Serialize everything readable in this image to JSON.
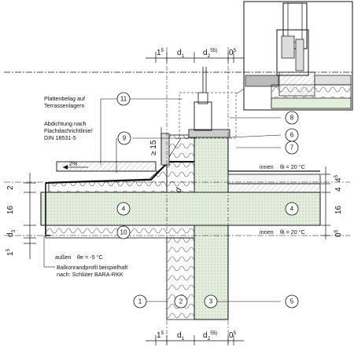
{
  "labels": {
    "plattenbelag_1": "Plattenbelag auf",
    "plattenbelag_2": "Terrassenlagern",
    "abdichtung_1": "Abdichtung nach",
    "abdichtung_2": "Flachdachrichtlinie/",
    "abdichtung_3": "DIN 18531-5",
    "gradient": "2%",
    "min_height": "≥ 15",
    "innen_top": "innen",
    "theta_top": "θi = 20 °C",
    "innen_bottom": "innen",
    "theta_bottom": "θi = 20 °C",
    "aussen": "außen",
    "theta_out": "θe = -5 °C",
    "profil_1": "Balkonrandprofil beispielhaft",
    "profil_2": "nach: Schlüter BARA-RKK"
  },
  "dims": {
    "top": {
      "a": "1",
      "a_sup": "5",
      "b": "d",
      "b_sub": "1",
      "c": "d",
      "c_sub": "2",
      "c_sup": "55)",
      "d": "0",
      "d_sup": "5"
    },
    "bottom": {
      "a": "1",
      "a_sup": "5",
      "b": "d",
      "b_sub": "1",
      "c": "d",
      "c_sub": "2",
      "c_sup": "55)",
      "d": "0",
      "d_sup": "5"
    },
    "left": {
      "a": "2",
      "b": "16",
      "c": "d",
      "c_sub": "3",
      "d": "1",
      "d_sup": "5"
    },
    "right": {
      "a": "4",
      "a_sup": "5",
      "b": "4",
      "c": "16",
      "d": "0",
      "d_sup": "5"
    },
    "d4": "d"
  },
  "markers": [
    "1",
    "2",
    "3",
    "4",
    "4",
    "5",
    "6",
    "7",
    "8",
    "9",
    "10",
    "11"
  ],
  "colors": {
    "concrete": "#e3eedd",
    "insulation": "#ffffff",
    "line": "#1a1a1a",
    "hatch": "#9a9a9a"
  }
}
